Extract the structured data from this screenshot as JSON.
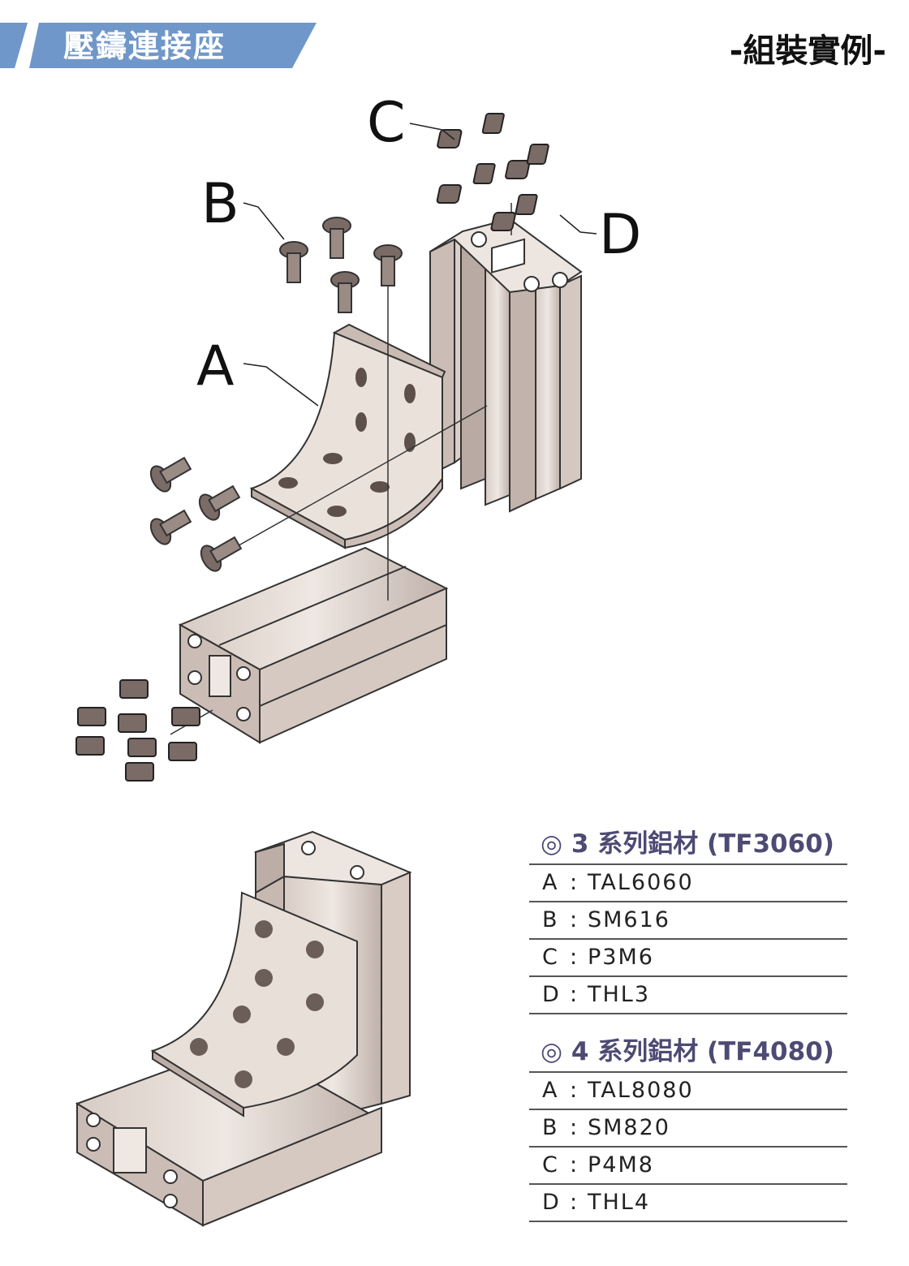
{
  "header": {
    "title": "壓鑄連接座",
    "page_tag": "-組裝實例-",
    "accent_color": "#6f97c9"
  },
  "diagram": {
    "callouts": {
      "a": "A",
      "b": "B",
      "c": "C",
      "d": "D"
    }
  },
  "specs": [
    {
      "heading": "◎ 3 系列鋁材 (TF3060)",
      "rows": [
        {
          "key": "A",
          "value": "TAL6060"
        },
        {
          "key": "B",
          "value": "SM616"
        },
        {
          "key": "C",
          "value": "P3M6"
        },
        {
          "key": "D",
          "value": "THL3"
        }
      ]
    },
    {
      "heading": "◎ 4 系列鋁材 (TF4080)",
      "rows": [
        {
          "key": "A",
          "value": "TAL8080"
        },
        {
          "key": "B",
          "value": "SM820"
        },
        {
          "key": "C",
          "value": "P4M8"
        },
        {
          "key": "D",
          "value": "THL4"
        }
      ]
    }
  ],
  "colors": {
    "metal_light": "#e6dcd6",
    "metal_mid": "#cbbdb5",
    "metal_dark": "#8f807a",
    "fastener": "#6b5d58"
  }
}
